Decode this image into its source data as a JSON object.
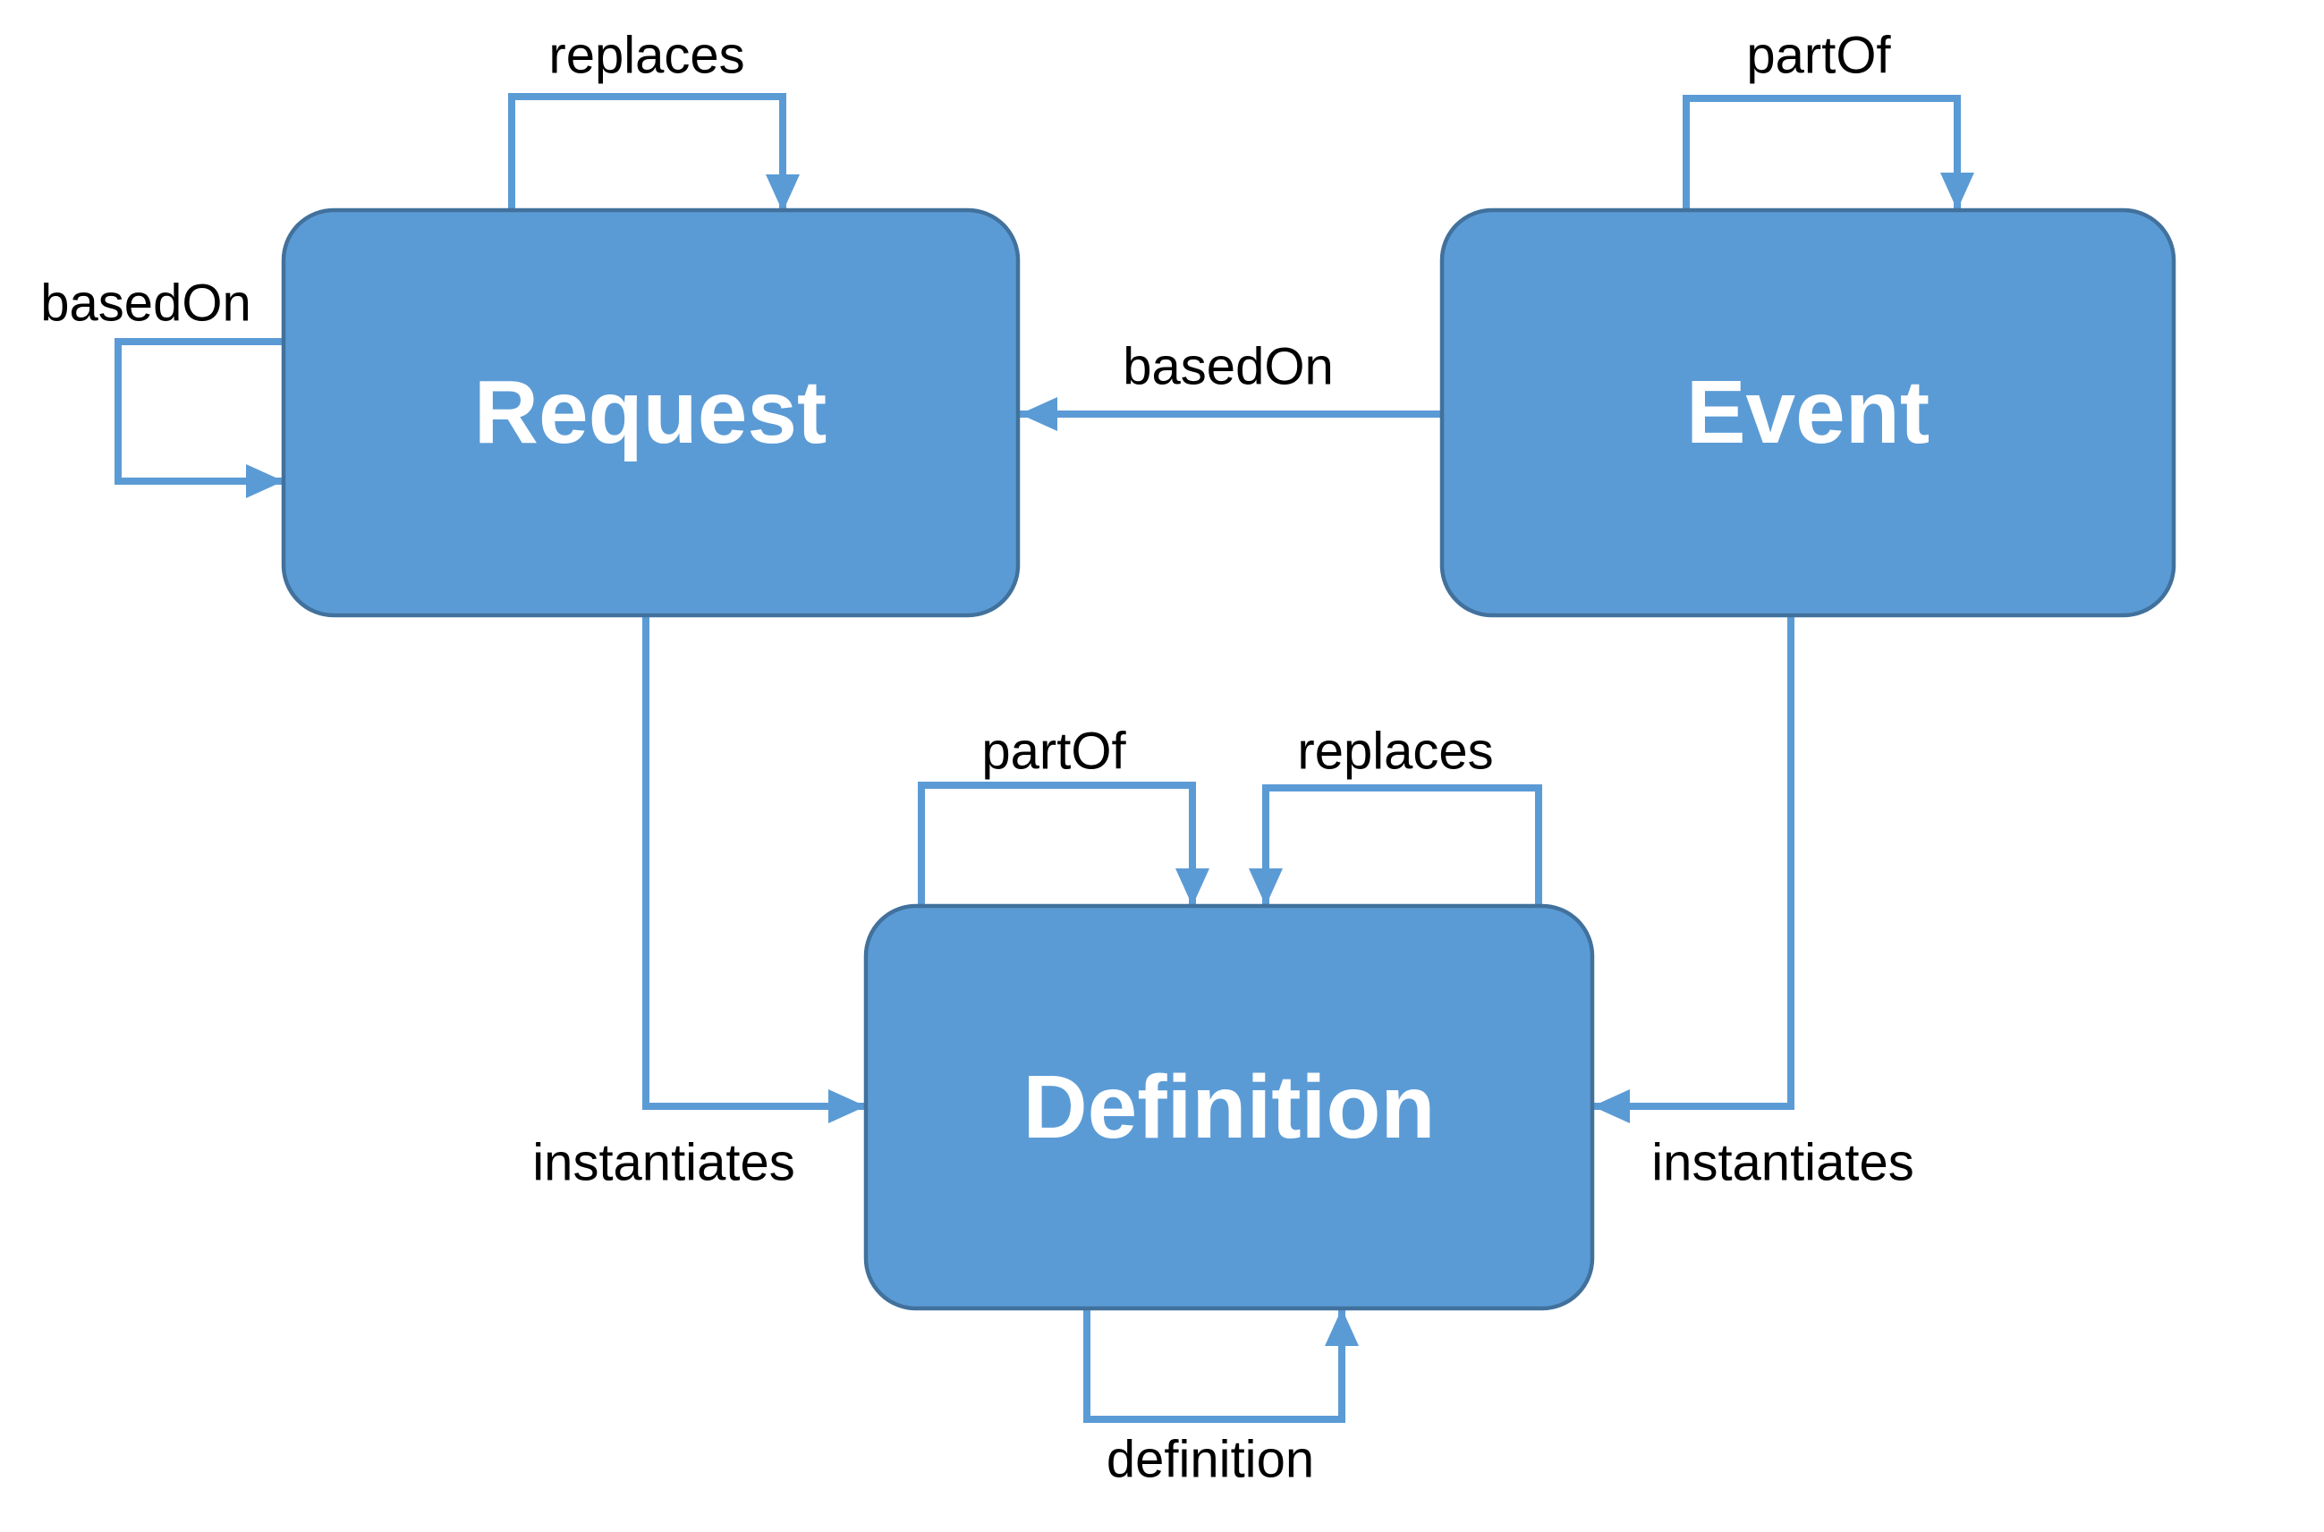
{
  "diagram": {
    "nodes": {
      "request": {
        "label": "Request"
      },
      "event": {
        "label": "Event"
      },
      "definition": {
        "label": "Definition"
      }
    },
    "edges": {
      "replaces_request": {
        "label": "replaces"
      },
      "partof_event": {
        "label": "partOf"
      },
      "basedon_request_self": {
        "label": "basedOn"
      },
      "basedon_event_request": {
        "label": "basedOn"
      },
      "instantiates_request": {
        "label": "instantiates"
      },
      "instantiates_event": {
        "label": "instantiates"
      },
      "partof_definition": {
        "label": "partOf"
      },
      "replaces_definition": {
        "label": "replaces"
      },
      "definition_self": {
        "label": "definition"
      }
    },
    "colors": {
      "node_fill": "#5B9BD5",
      "node_border": "#41719C",
      "connector": "#5B9BD5",
      "node_text": "#FFFFFF",
      "edge_label_text": "#000000",
      "background": "#FFFFFF"
    }
  }
}
